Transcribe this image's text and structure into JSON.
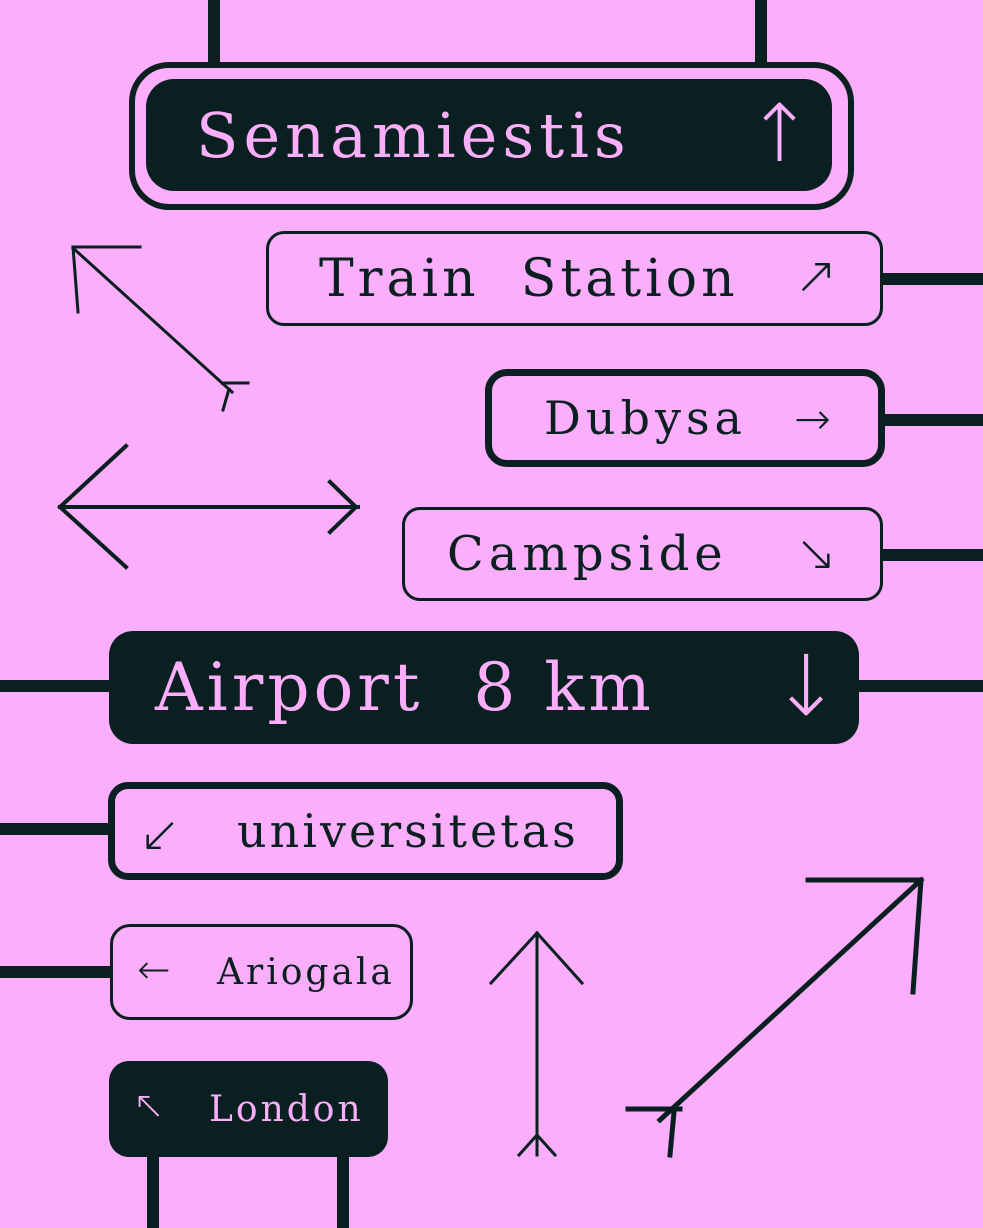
{
  "colors": {
    "background": "#fbaefb",
    "ink": "#0a1f1f"
  },
  "signs": {
    "senamiestis": {
      "text": "Senamiestis",
      "arrow": "↑",
      "arrow_icon": "arrow-up-icon"
    },
    "train_station": {
      "text": "Train  Station",
      "arrow": "↗",
      "arrow_icon": "arrow-up-right-icon"
    },
    "dubysa": {
      "text": "Dubysa",
      "arrow": "→",
      "arrow_icon": "arrow-right-icon"
    },
    "campside": {
      "text": "Campside",
      "arrow": "↘",
      "arrow_icon": "arrow-down-right-icon"
    },
    "airport": {
      "text": "Airport  8 km",
      "arrow": "↓",
      "arrow_icon": "arrow-down-icon"
    },
    "universitetas": {
      "text": "universitetas",
      "arrow": "↙",
      "arrow_icon": "arrow-down-left-icon"
    },
    "ariogala": {
      "text": "Ariogala",
      "arrow": "←",
      "arrow_icon": "arrow-left-icon"
    },
    "london": {
      "text": "London",
      "arrow": "↖",
      "arrow_icon": "arrow-up-left-icon"
    }
  },
  "decorative_arrows": [
    "arrow-up-left-icon",
    "arrow-left-icon",
    "arrow-up-icon",
    "arrow-up-right-icon"
  ]
}
